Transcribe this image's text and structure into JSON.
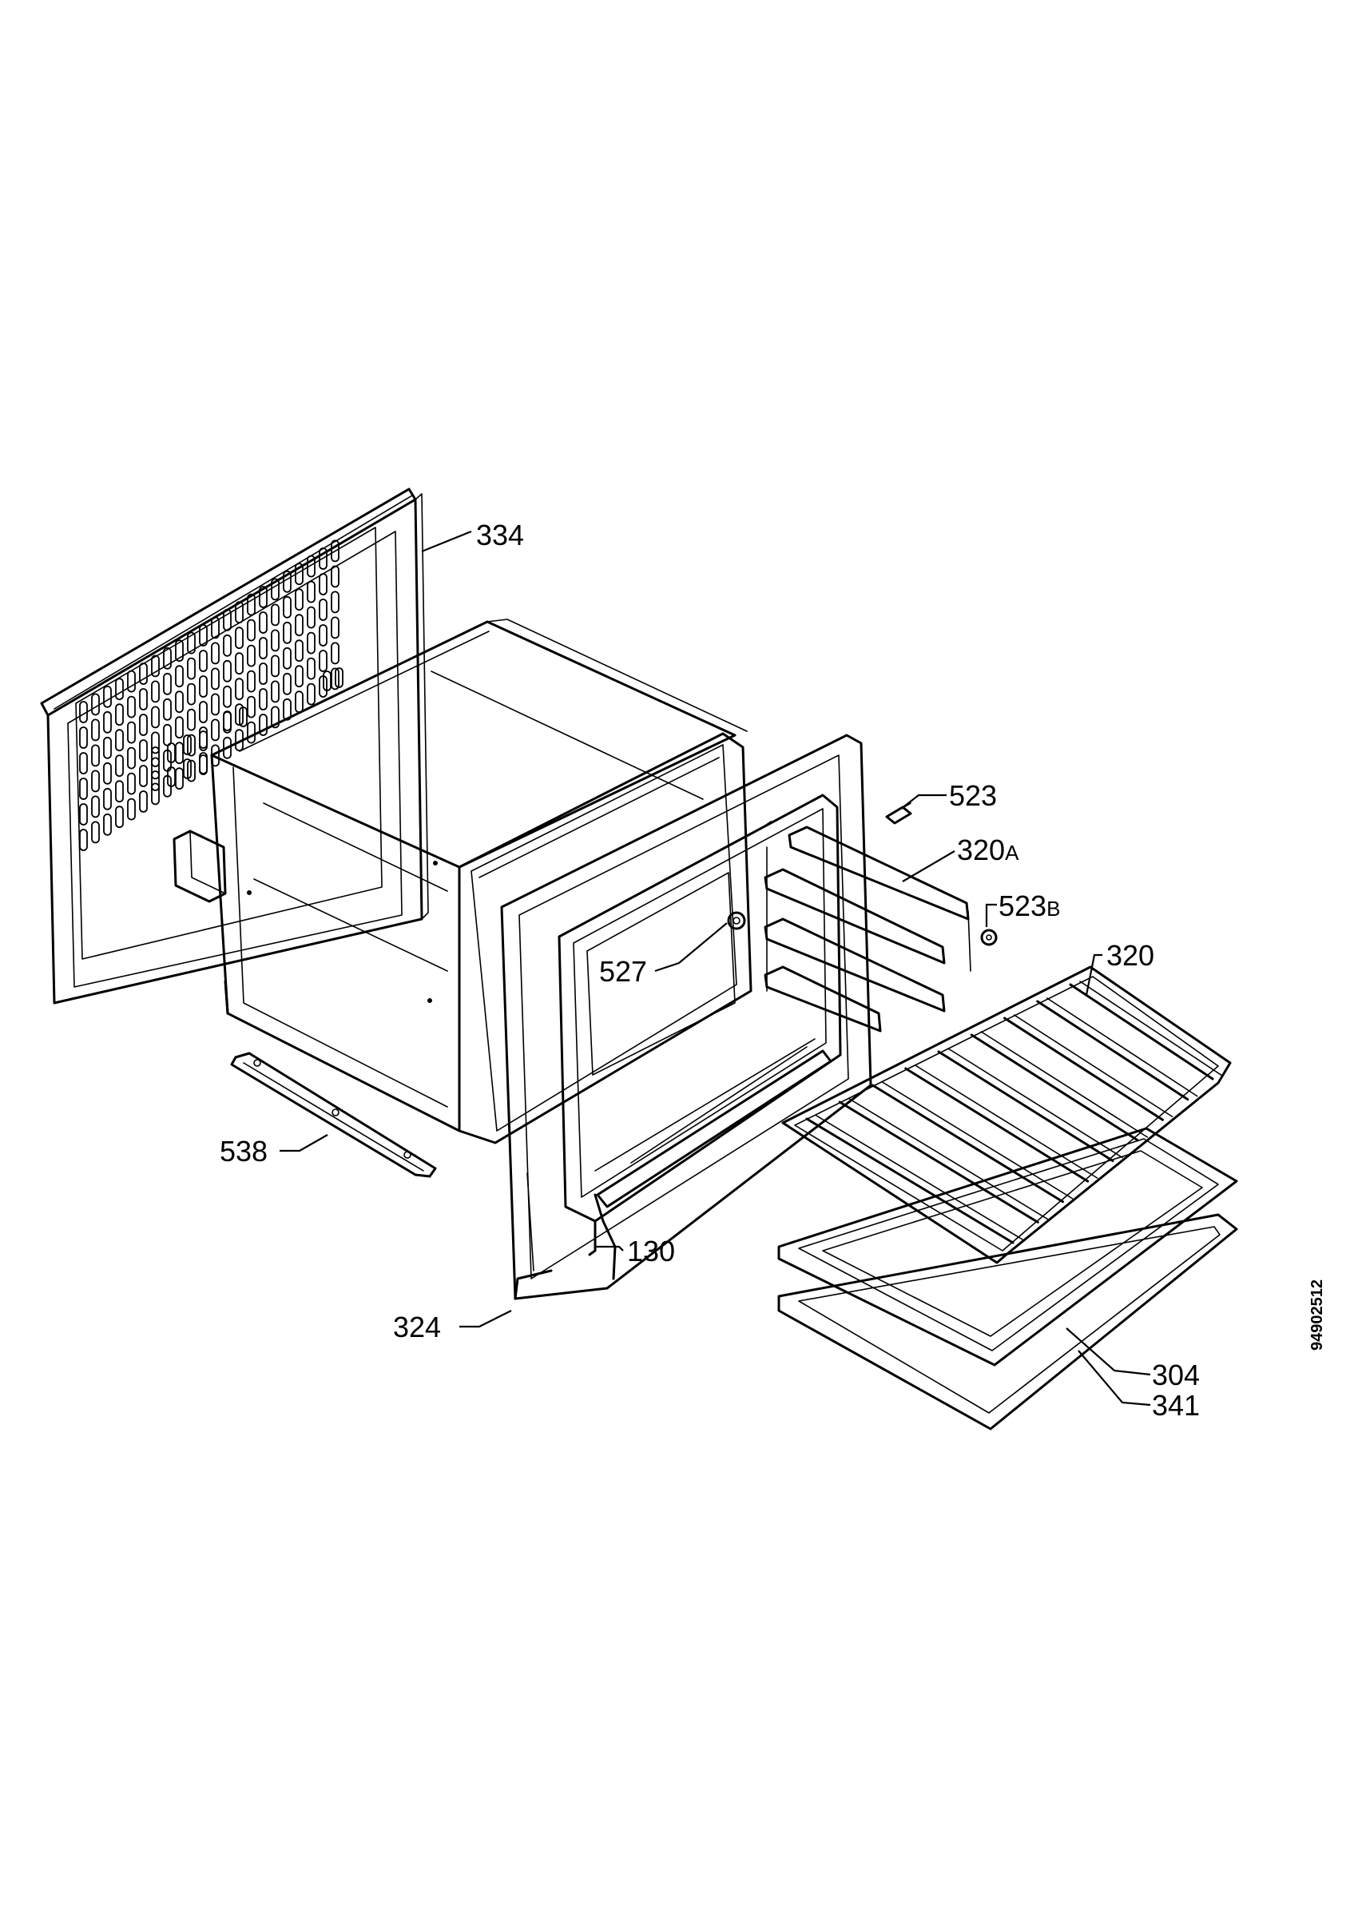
{
  "document_number": "94902512",
  "callouts": [
    {
      "id": "334",
      "text": "334",
      "suffix": ""
    },
    {
      "id": "523",
      "text": "523",
      "suffix": ""
    },
    {
      "id": "320A",
      "text": "320",
      "suffix": "A"
    },
    {
      "id": "523B",
      "text": "523",
      "suffix": "B"
    },
    {
      "id": "320",
      "text": "320",
      "suffix": ""
    },
    {
      "id": "527",
      "text": "527",
      "suffix": ""
    },
    {
      "id": "538",
      "text": "538",
      "suffix": ""
    },
    {
      "id": "130",
      "text": "130",
      "suffix": ""
    },
    {
      "id": "324",
      "text": "324",
      "suffix": ""
    },
    {
      "id": "304",
      "text": "304",
      "suffix": ""
    },
    {
      "id": "341",
      "text": "341",
      "suffix": ""
    }
  ]
}
